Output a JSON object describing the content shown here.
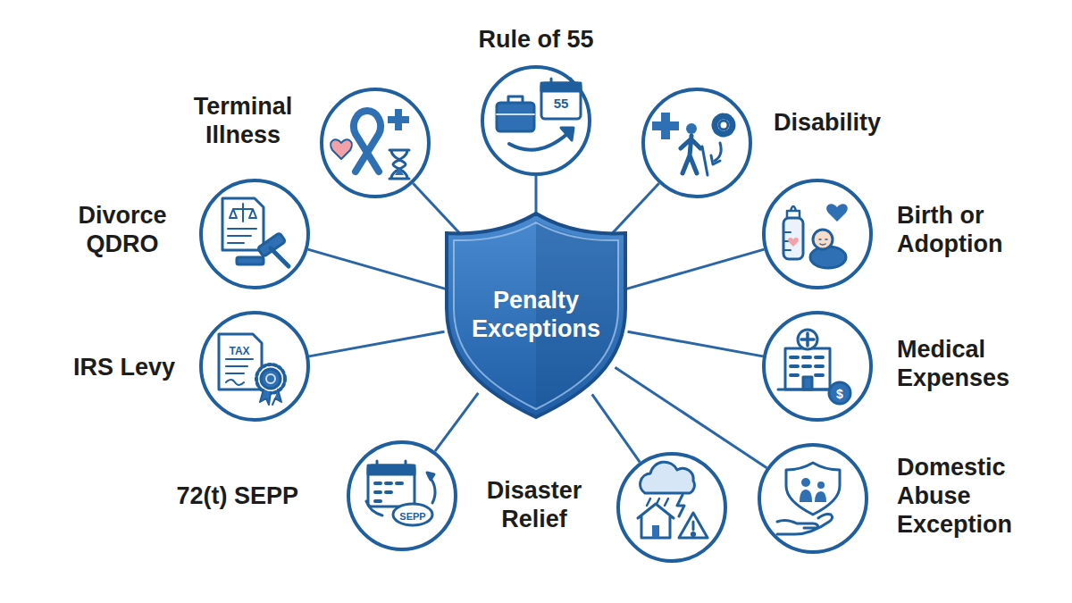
{
  "diagram": {
    "nodes": [
      {
        "text": [
          "Penalty Exceptions"
        ]
      },
      {
        "text": [
          "Rule of 55"
        ]
      },
      {
        "text": [
          "Terminal Illness"
        ]
      },
      {
        "text": [
          "Disability"
        ]
      },
      {
        "text": [
          "Divorce QDRO"
        ]
      },
      {
        "text": [
          "Birth or Adoption"
        ]
      },
      {
        "text": [
          "IRS Levy"
        ]
      },
      {
        "text": [
          "Medical Expenses"
        ]
      },
      {
        "text": [
          "72(t) SEPP"
        ]
      },
      {
        "text": [
          "Disaster Relief"
        ]
      },
      {
        "text": [
          "Domestic Abuse Exception"
        ]
      }
    ],
    "edges": [
      {
        "from": 0,
        "to": 1,
        "arrow": "none"
      },
      {
        "from": 0,
        "to": 2,
        "arrow": "none"
      },
      {
        "from": 0,
        "to": 3,
        "arrow": "none"
      },
      {
        "from": 0,
        "to": 4,
        "arrow": "none"
      },
      {
        "from": 0,
        "to": 5,
        "arrow": "none"
      },
      {
        "from": 0,
        "to": 6,
        "arrow": "none"
      },
      {
        "from": 0,
        "to": 7,
        "arrow": "none"
      },
      {
        "from": 0,
        "to": 8,
        "arrow": "none"
      },
      {
        "from": 0,
        "to": 9,
        "arrow": "none"
      },
      {
        "from": 0,
        "to": 10,
        "arrow": "none"
      }
    ],
    "labels": [
      "55",
      "TAX",
      "$",
      "SEPP"
    ]
  }
}
